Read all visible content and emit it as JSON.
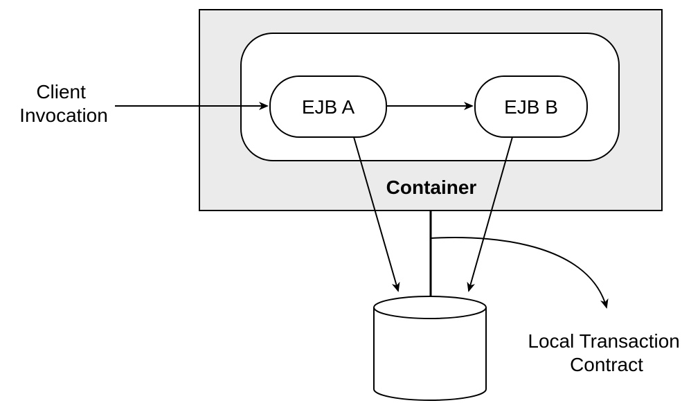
{
  "nodes": {
    "container": {
      "label": "Container"
    },
    "ejb_a": {
      "label": "EJB A"
    },
    "ejb_b": {
      "label": "EJB B"
    },
    "database": {
      "label": ""
    }
  },
  "annotations": {
    "client_invocation": [
      "Client",
      "Invocation"
    ],
    "local_transaction_contract": [
      "Local Transaction",
      "Contract"
    ]
  },
  "edges": [
    {
      "from": "client",
      "to": "ejb_a"
    },
    {
      "from": "ejb_a",
      "to": "ejb_b"
    },
    {
      "from": "ejb_a",
      "to": "database"
    },
    {
      "from": "ejb_b",
      "to": "database"
    },
    {
      "from": "container",
      "to": "database"
    },
    {
      "from": "container-database-link",
      "to": "local_transaction_contract"
    }
  ],
  "colors": {
    "stroke": "#000000",
    "container_fill": "#ebebeb",
    "node_fill": "#ffffff"
  }
}
